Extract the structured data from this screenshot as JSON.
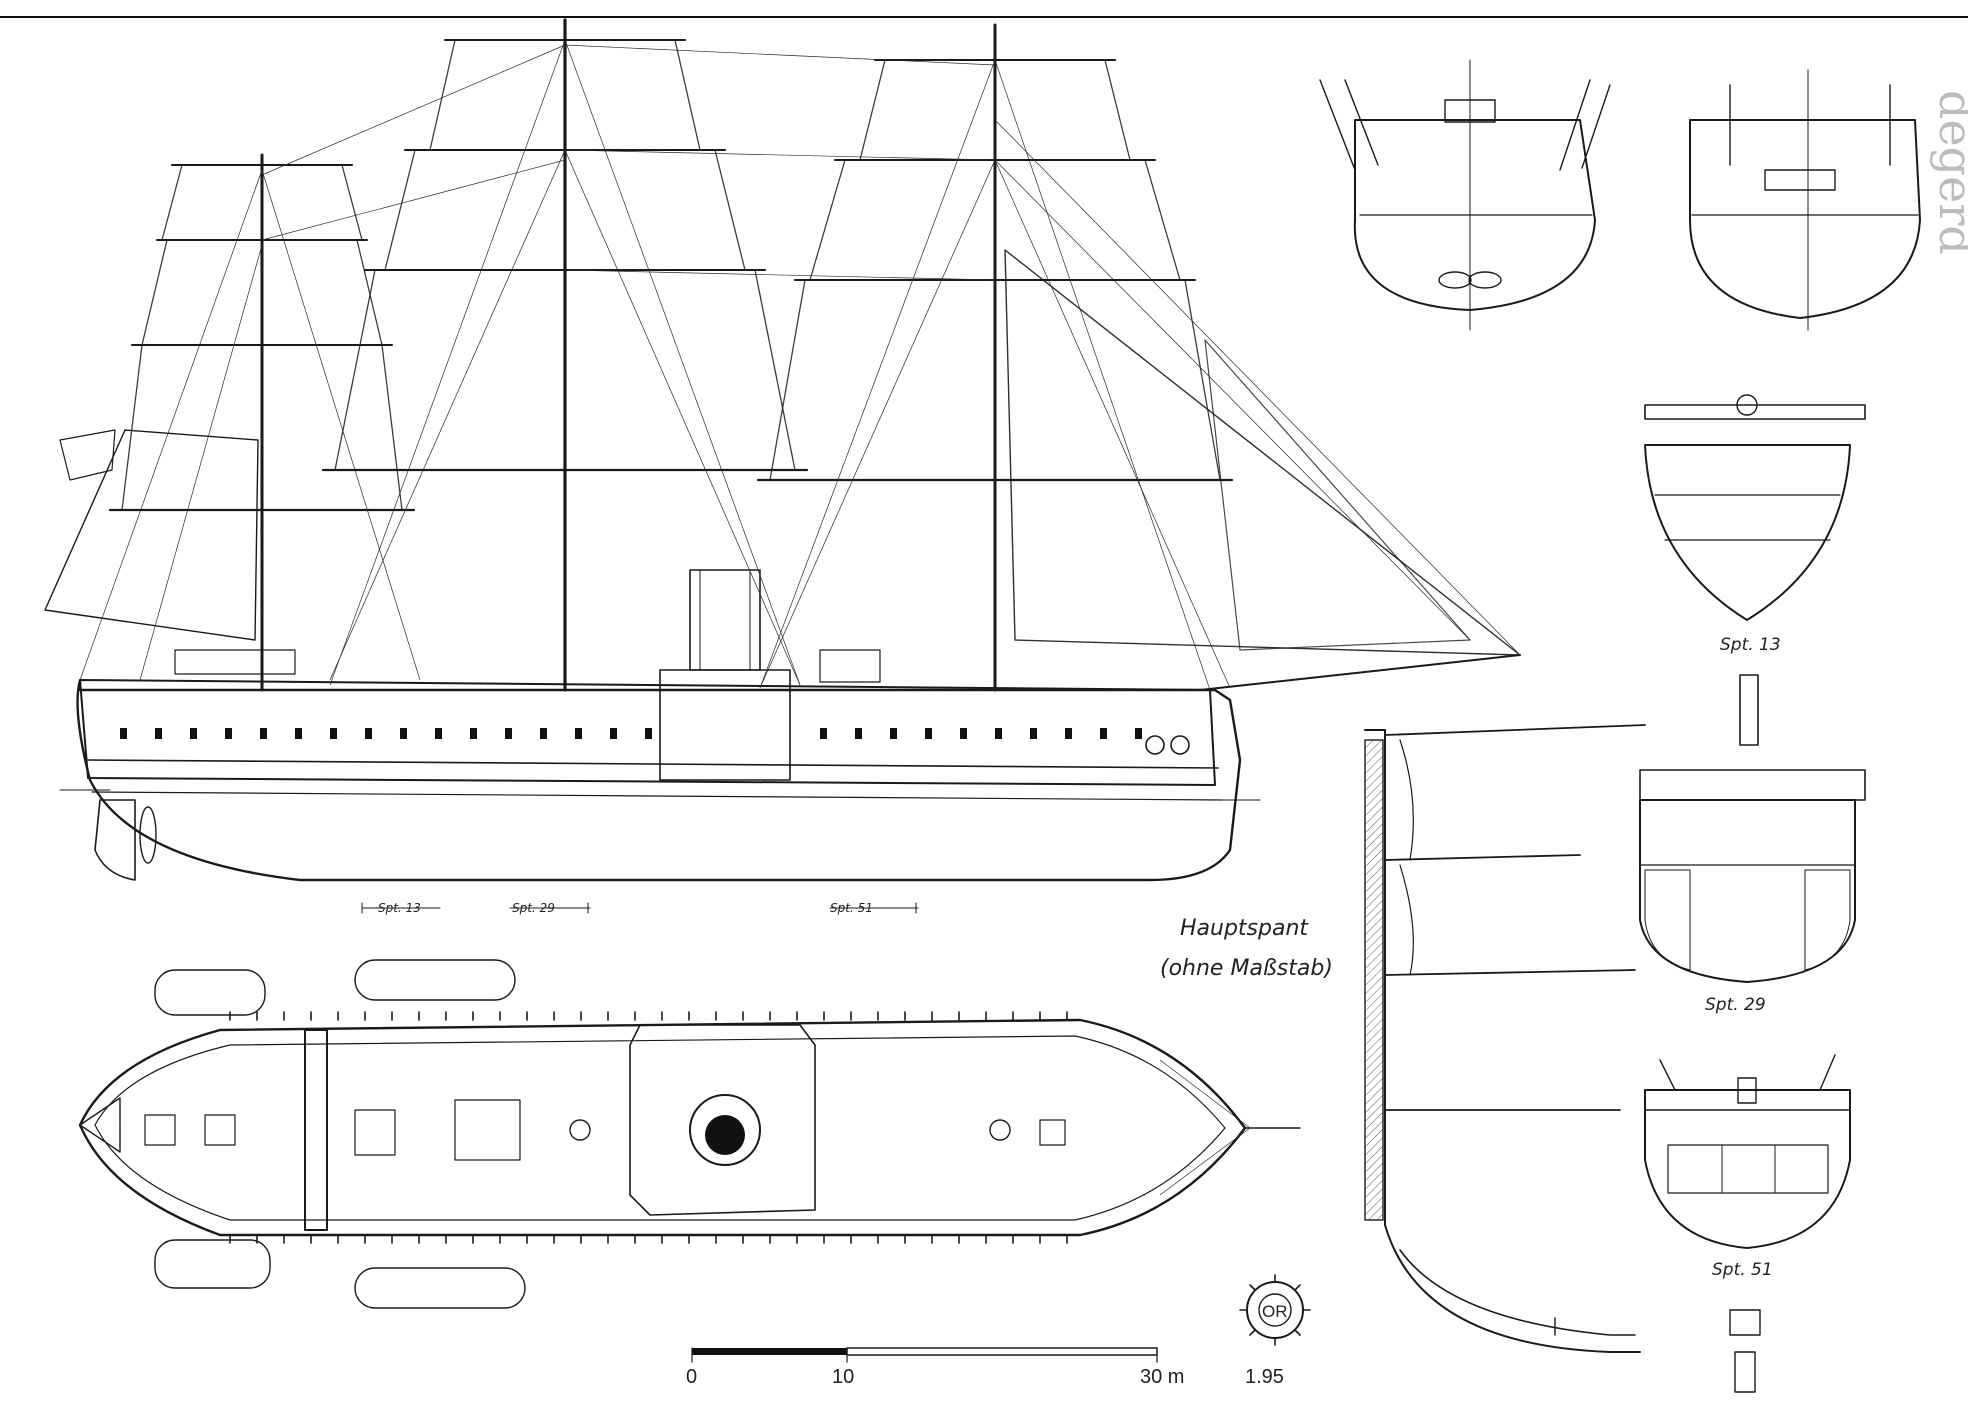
{
  "labels": {
    "frame_13": "Spt. 13",
    "frame_29": "Spt. 29",
    "frame_51": "Spt. 51",
    "main_frame_title": "Hauptspant",
    "main_frame_note": "(ohne Maßstab)",
    "maker_mark": "OR",
    "sheet_code": "1.95",
    "ghost_text": "degerd"
  },
  "scale_bar": {
    "ticks": [
      "0",
      "10",
      "30 m"
    ],
    "unit": "m"
  },
  "views": [
    "side-elevation",
    "deck-plan",
    "stern-view",
    "bow-view",
    "section-frame-13",
    "section-frame-29",
    "section-frame-51",
    "main-frame-section"
  ],
  "colors": {
    "ink": "#1a1a1a",
    "paper": "#ffffff"
  }
}
